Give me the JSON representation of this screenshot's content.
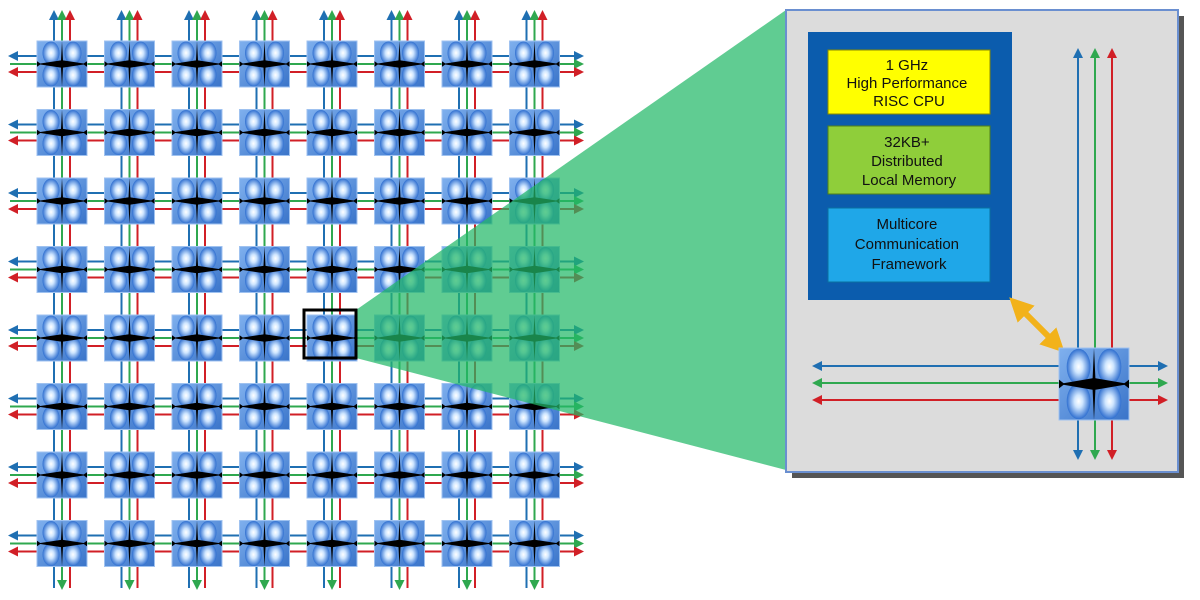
{
  "grid": {
    "rows": 8,
    "cols": 8,
    "highlight": {
      "row": 4,
      "col": 4
    }
  },
  "colors": {
    "link_blue": "#1f6fb2",
    "link_green": "#2fa84f",
    "link_red": "#d11f26",
    "node_blue": "#3f7ed6",
    "node_light": "#cfe6ff",
    "zoom_fill": "#22b868",
    "panel_bg": "#dcdcdc",
    "panel_border": "#6a8fd0",
    "core_bg": "#0b5cad",
    "cpu_fill": "#ffff00",
    "mem_fill": "#8fce3a",
    "comm_fill": "#1fa7e8",
    "connector": "#f2b21a"
  },
  "blocks": {
    "cpu": [
      "1 GHz",
      "High Performance",
      "RISC CPU"
    ],
    "memory": [
      "32KB+",
      "Distributed",
      "Local Memory"
    ],
    "comm": [
      "Multicore",
      "Communication",
      "Framework"
    ]
  }
}
